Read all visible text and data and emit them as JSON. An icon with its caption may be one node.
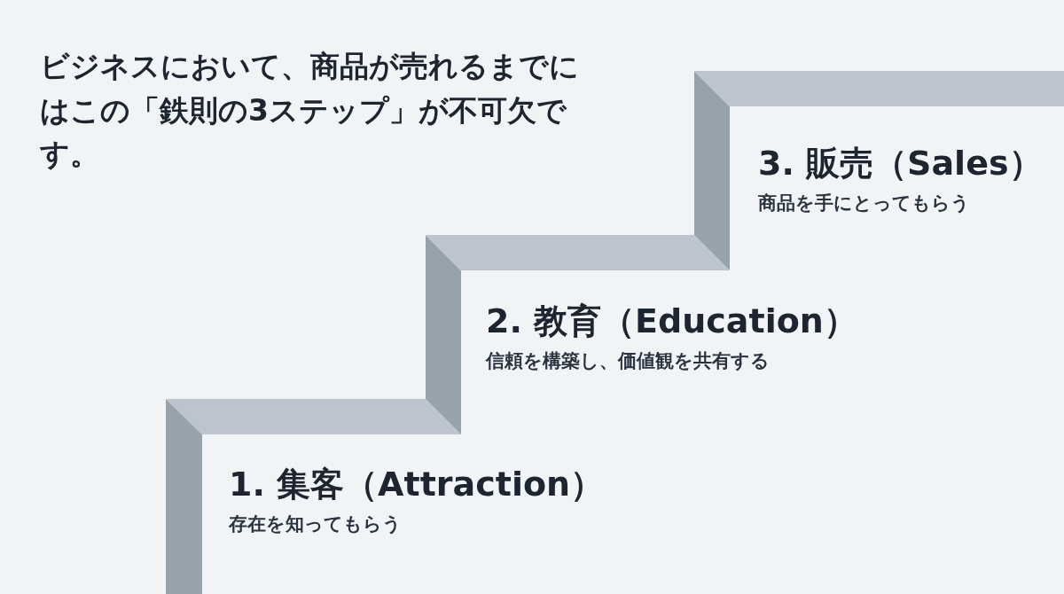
{
  "diagram": {
    "title": "ビジネスにおいて、商品が売れるまでにはこの「鉄則の3ステップ」が不可欠です。",
    "nodes": [
      {
        "text": [
          "1. 集客（Attraction）",
          "存在を知ってもらう"
        ]
      },
      {
        "text": [
          "2. 教育（Education）",
          "信頼を構築し、価値観を共有する"
        ]
      },
      {
        "text": [
          "3. 販売（Sales）",
          "商品を手にとってもらう"
        ]
      }
    ]
  }
}
